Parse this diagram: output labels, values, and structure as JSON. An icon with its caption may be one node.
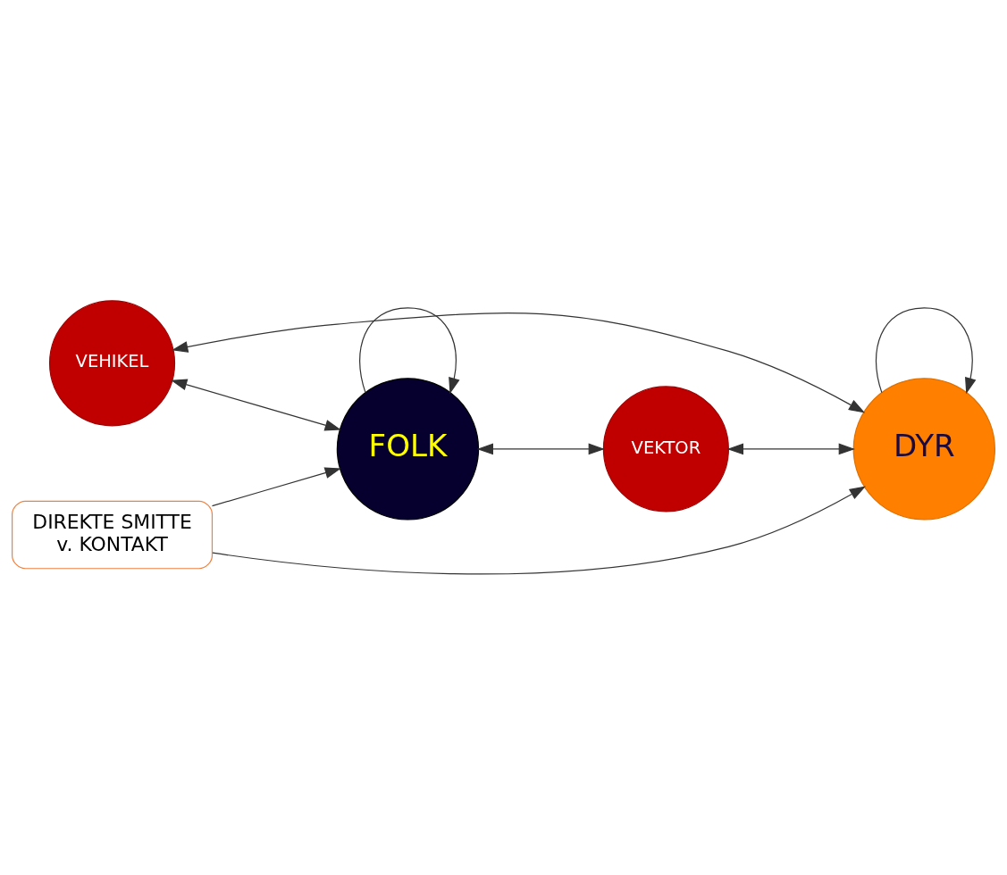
{
  "diagram": {
    "nodes": [
      {
        "text": [
          "VEHIKEL"
        ]
      },
      {
        "text": [
          "DYR"
        ]
      },
      {
        "text": [
          "DIREKTE SMITTE",
          "v. KONTAKT"
        ]
      },
      {
        "text": [
          "FOLK"
        ]
      },
      {
        "text": [
          "VEKTOR"
        ]
      }
    ],
    "edges": [
      {
        "from": 1,
        "to": 0,
        "arrow": "both"
      },
      {
        "from": 0,
        "to": 3,
        "arrow": "both"
      },
      {
        "from": 3,
        "to": 4,
        "arrow": "both"
      },
      {
        "from": 4,
        "to": 1,
        "arrow": "both"
      },
      {
        "from": 1,
        "to": 1,
        "arrow": "to"
      },
      {
        "from": 3,
        "to": 3,
        "arrow": "to"
      },
      {
        "from": 2,
        "to": 1,
        "arrow": "to"
      },
      {
        "from": 2,
        "to": 3,
        "arrow": "to"
      }
    ]
  }
}
